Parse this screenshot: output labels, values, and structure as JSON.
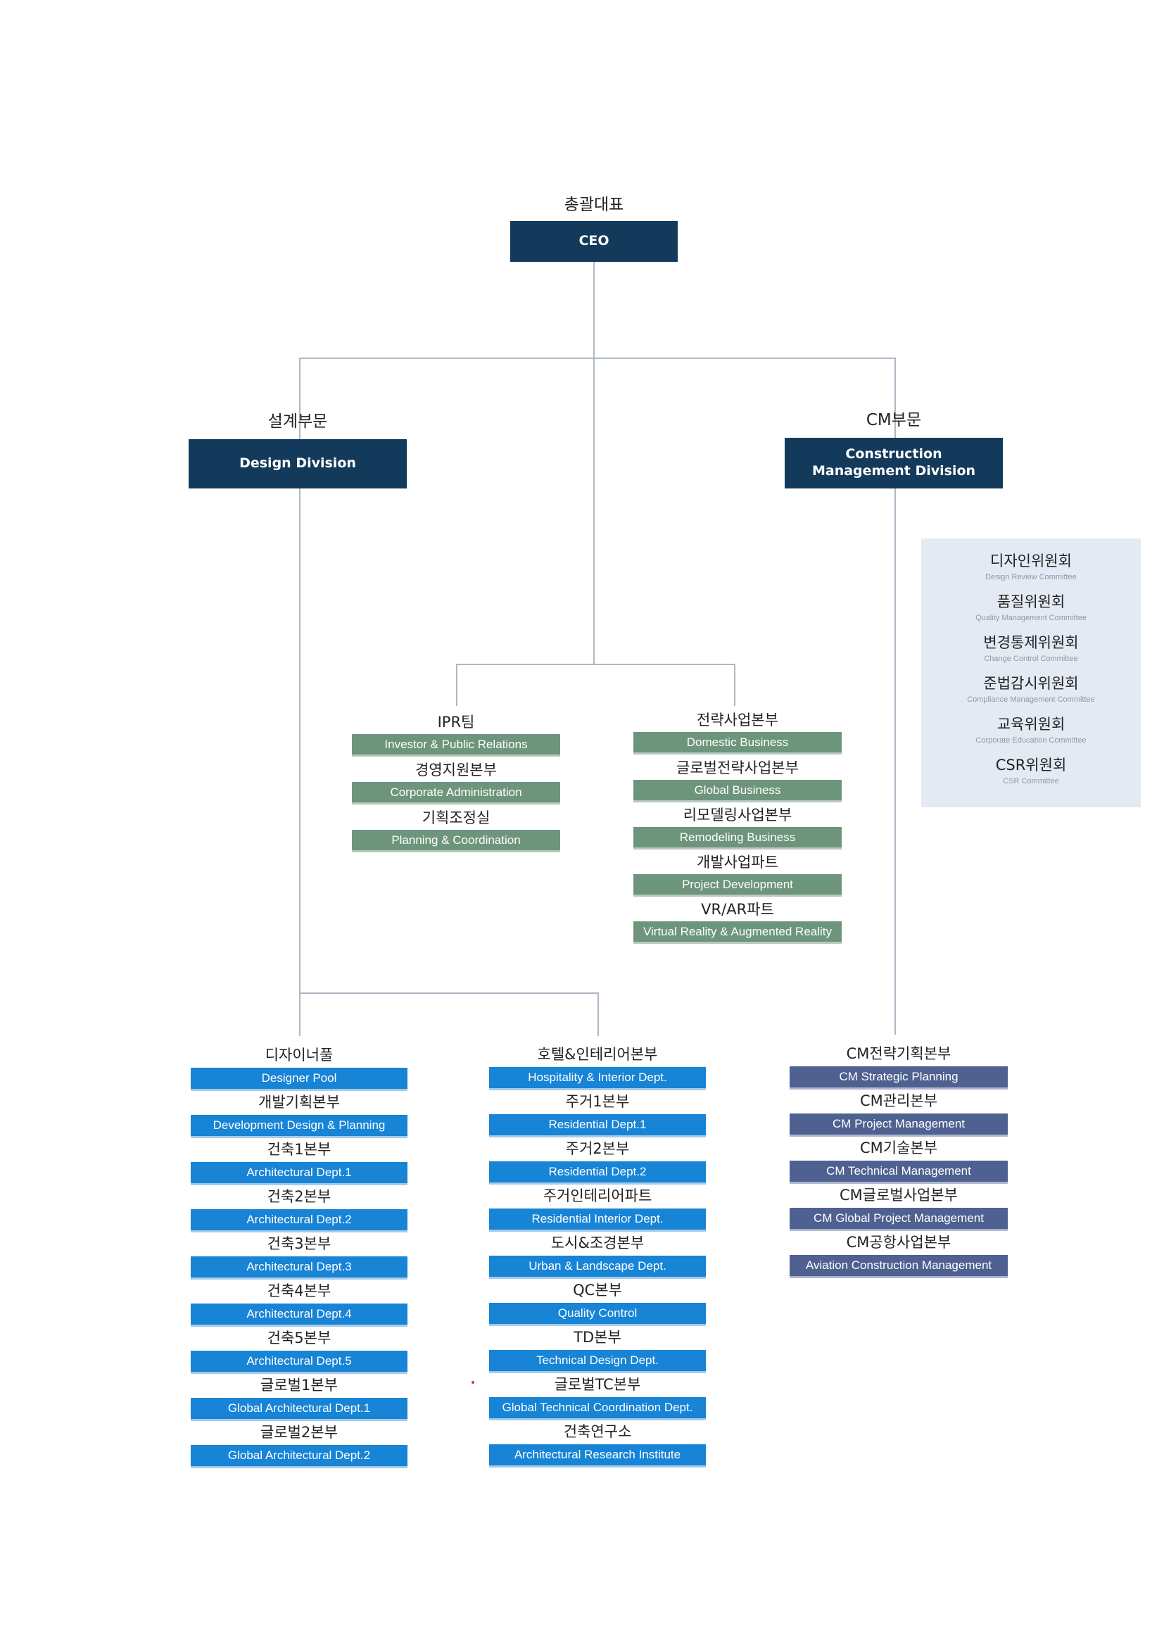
{
  "colors": {
    "executive": "#143a5b",
    "staff_green": "#6d957c",
    "design_blue": "#1784d6",
    "cm_slate": "#4f6191",
    "committee_panel": "#e4eaf3",
    "connector": "#aeb8c4"
  },
  "ceo": {
    "ko": "총괄대표",
    "en": "CEO"
  },
  "design_division": {
    "ko": "설계부문",
    "en": "Design Division"
  },
  "cm_division": {
    "ko": "CM부문",
    "en": "Construction Management Division"
  },
  "committees": [
    {
      "ko": "디자인위원회",
      "en": "Design Review Committee"
    },
    {
      "ko": "품질위원회",
      "en": "Quality Management Committee"
    },
    {
      "ko": "변경통제위원회",
      "en": "Change Control Committee"
    },
    {
      "ko": "준법감시위원회",
      "en": "Compliance Management Committee"
    },
    {
      "ko": "교육위원회",
      "en": "Corporate Education Committee"
    },
    {
      "ko": "CSR위원회",
      "en": "CSR Committee"
    }
  ],
  "staff_left": [
    {
      "ko": "IPR팀",
      "en": "Investor & Public Relations"
    },
    {
      "ko": "경영지원본부",
      "en": "Corporate Administration"
    },
    {
      "ko": "기획조정실",
      "en": "Planning & Coordination"
    }
  ],
  "staff_right": [
    {
      "ko": "전략사업본부",
      "en": "Domestic Business"
    },
    {
      "ko": "글로벌전략사업본부",
      "en": "Global Business"
    },
    {
      "ko": "리모델링사업본부",
      "en": "Remodeling Business"
    },
    {
      "ko": "개발사업파트",
      "en": "Project Development"
    },
    {
      "ko": "VR/AR파트",
      "en": "Virtual Reality & Augmented Reality"
    }
  ],
  "design_col1": [
    {
      "ko": "디자이너풀",
      "en": "Designer Pool"
    },
    {
      "ko": "개발기획본부",
      "en": "Development Design & Planning"
    },
    {
      "ko": "건축1본부",
      "en": "Architectural Dept.1"
    },
    {
      "ko": "건축2본부",
      "en": "Architectural Dept.2"
    },
    {
      "ko": "건축3본부",
      "en": "Architectural Dept.3"
    },
    {
      "ko": "건축4본부",
      "en": "Architectural Dept.4"
    },
    {
      "ko": "건축5본부",
      "en": "Architectural Dept.5"
    },
    {
      "ko": "글로벌1본부",
      "en": "Global Architectural Dept.1"
    },
    {
      "ko": "글로벌2본부",
      "en": "Global Architectural Dept.2"
    }
  ],
  "design_col2": [
    {
      "ko": "호텔&인테리어본부",
      "en": "Hospitality & Interior Dept."
    },
    {
      "ko": "주거1본부",
      "en": "Residential Dept.1"
    },
    {
      "ko": "주거2본부",
      "en": "Residential Dept.2"
    },
    {
      "ko": "주거인테리어파트",
      "en": "Residential Interior Dept."
    },
    {
      "ko": "도시&조경본부",
      "en": "Urban & Landscape Dept."
    },
    {
      "ko": "QC본부",
      "en": "Quality Control"
    },
    {
      "ko": "TD본부",
      "en": "Technical Design Dept."
    },
    {
      "ko": "글로벌TC본부",
      "en": "Global Technical Coordination Dept."
    },
    {
      "ko": "건축연구소",
      "en": "Architectural Research Institute"
    }
  ],
  "cm_col": [
    {
      "ko": "CM전략기획본부",
      "en": "CM Strategic Planning"
    },
    {
      "ko": "CM관리본부",
      "en": "CM Project Management"
    },
    {
      "ko": "CM기술본부",
      "en": "CM Technical Management"
    },
    {
      "ko": "CM글로벌사업본부",
      "en": "CM Global Project Management"
    },
    {
      "ko": "CM공항사업본부",
      "en": "Aviation Construction Management"
    }
  ]
}
